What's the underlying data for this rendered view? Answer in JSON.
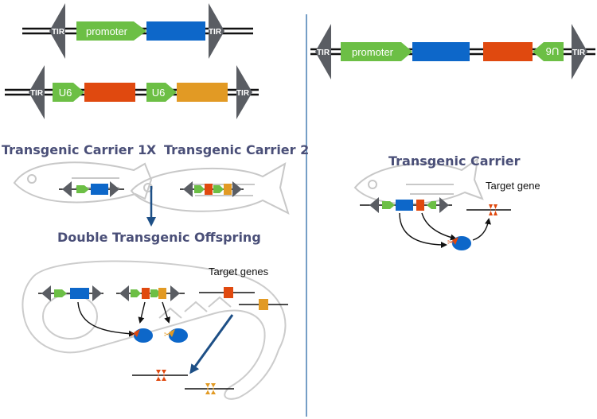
{
  "labels": {
    "tir": "TIR",
    "promoter": "promoter",
    "u6": "U6",
    "carrier_cross_1": "Transgenic Carrier 1",
    "cross_symbol": "X",
    "carrier_cross_2": "Transgenic Carrier 2",
    "offspring": "Double Transgenic Offspring",
    "target_genes": "Target genes",
    "carrier_single": "Transgenic Carrier",
    "target_gene": "Target gene"
  },
  "colors": {
    "green": "#6cbf45",
    "blue": "#0d67c9",
    "red": "#e0490f",
    "orange": "#e29a24",
    "tir_gray": "#5a5d63",
    "divider": "#2b6aa8",
    "arrow_blue": "#1d4f86",
    "fish_outline": "#c8c8c8",
    "title_text": "#4a4f78"
  }
}
